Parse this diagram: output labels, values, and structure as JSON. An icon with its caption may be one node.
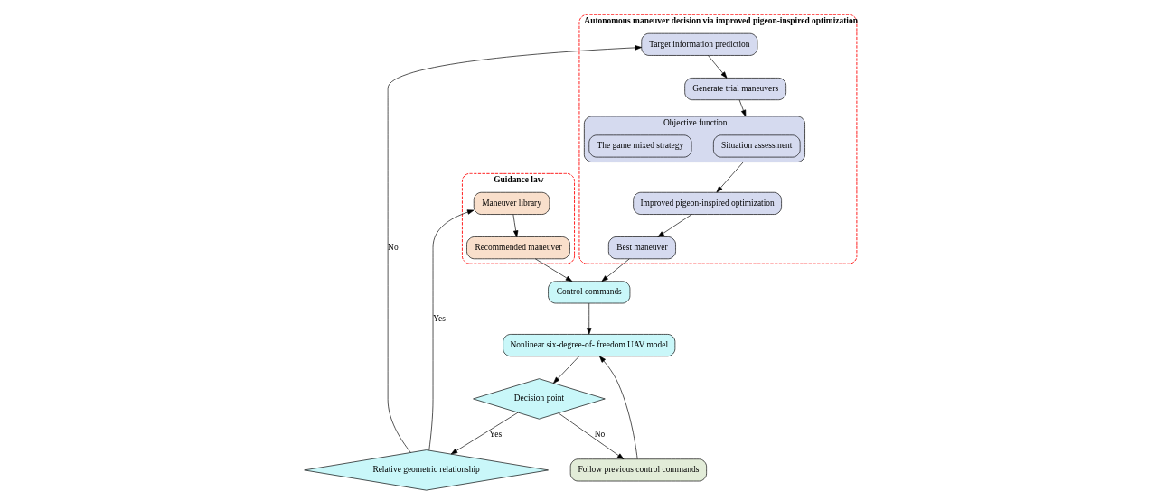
{
  "diagram": {
    "nodes": [
      {
        "text": [
          "Nonlinear six-degree-of- freedom UAV model"
        ]
      },
      {
        "text": [
          "Decision point"
        ]
      },
      {
        "text": [
          "Follow previous control commands"
        ]
      },
      {
        "text": [
          "Control commands"
        ]
      },
      {
        "text": [
          "Guidance law"
        ]
      },
      {
        "text": [
          "Maneuver library"
        ],
        "in": 4
      },
      {
        "text": [
          "Recommended maneuver"
        ],
        "in": 4
      },
      {
        "text": [
          "Relative geometric relationship"
        ]
      },
      {
        "text": [
          "Autonomous maneuver decision via improved pigeon-inspired optimization"
        ]
      },
      {
        "text": [
          "Target information prediction"
        ],
        "in": 8
      },
      {
        "text": [
          "Generate trial maneuvers"
        ],
        "in": 8
      },
      {
        "text": [
          "Objective function"
        ],
        "in": 8
      },
      {
        "text": [
          "Situation assessment"
        ],
        "in": 11
      },
      {
        "text": [
          "The game mixed strategy"
        ],
        "in": 11
      },
      {
        "text": [
          "Improved pigeon-inspired optimization"
        ],
        "in": 8
      },
      {
        "text": [
          "Best maneuver"
        ],
        "in": 8
      }
    ],
    "edges": [
      {
        "from": 3,
        "to": 0,
        "arrow": "to"
      },
      {
        "from": 0,
        "to": 1,
        "arrow": "to"
      },
      {
        "from": 1,
        "to": 2,
        "arrow": "to",
        "label": "No"
      },
      {
        "from": 2,
        "to": 0,
        "arrow": "to"
      },
      {
        "from": 1,
        "to": 7,
        "arrow": "to",
        "label": "Yes"
      },
      {
        "from": 7,
        "to": 5,
        "arrow": "to",
        "label": "Yes"
      },
      {
        "from": 5,
        "to": 6,
        "arrow": "to"
      },
      {
        "from": 6,
        "to": 3,
        "arrow": "to"
      },
      {
        "from": 7,
        "to": 9,
        "arrow": "to",
        "label": "No"
      },
      {
        "from": 9,
        "to": 10,
        "arrow": "to"
      },
      {
        "from": 10,
        "to": 11,
        "arrow": "to"
      },
      {
        "from": 11,
        "to": 14,
        "arrow": "to"
      },
      {
        "from": 14,
        "to": 15,
        "arrow": "to"
      },
      {
        "from": 15,
        "to": 3,
        "arrow": "to"
      }
    ]
  }
}
